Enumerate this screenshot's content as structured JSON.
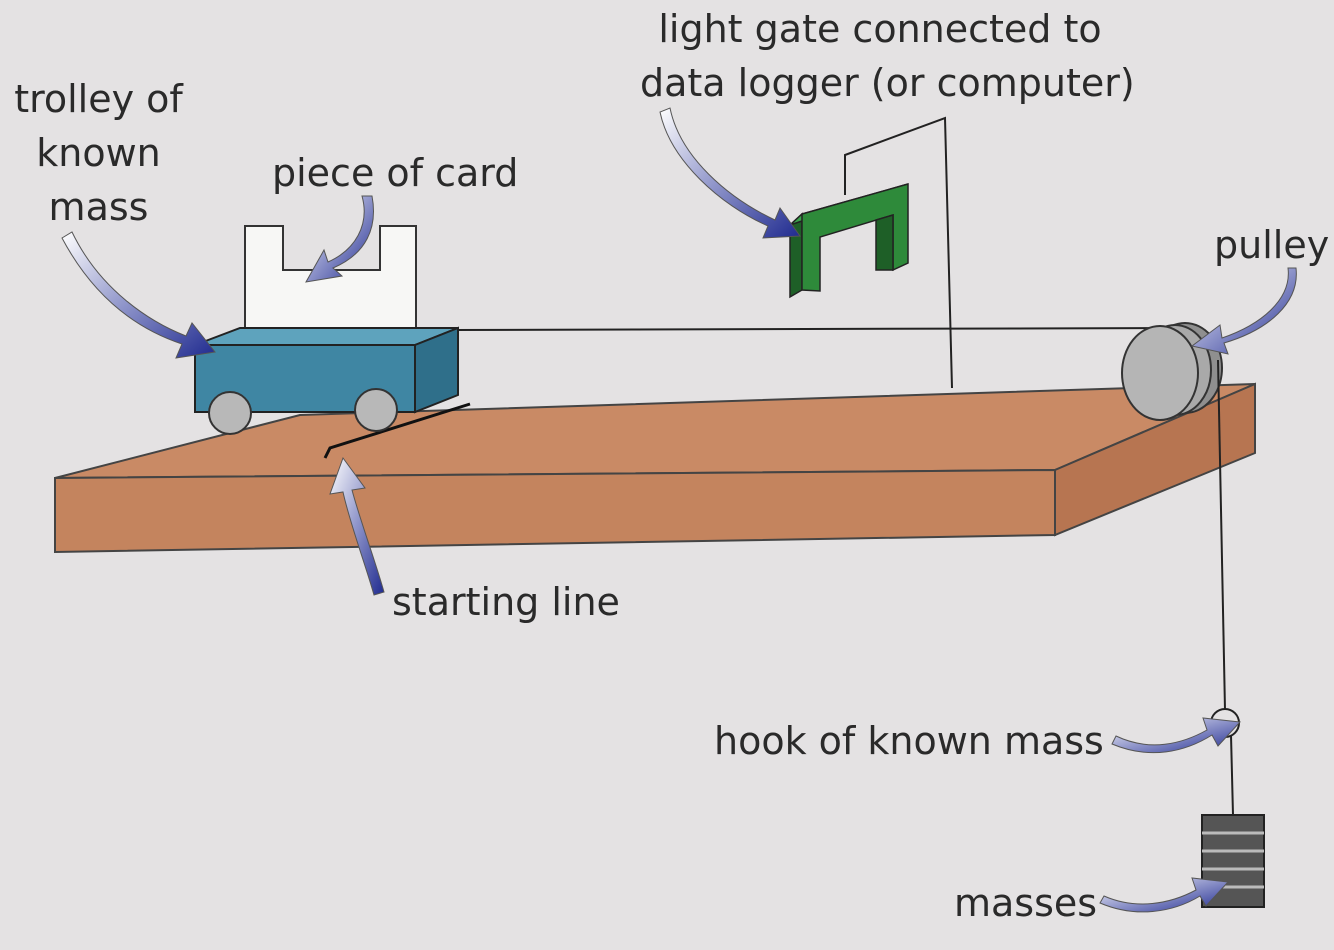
{
  "labels": {
    "trolley_line1": "trolley of",
    "trolley_line2": "known",
    "trolley_line3": "mass",
    "card": "piece of card",
    "gate_line1": "light gate connected to",
    "gate_line2": "data logger (or computer)",
    "pulley": "pulley",
    "starting_line": "starting line",
    "hook": "hook of known mass",
    "masses": "masses"
  },
  "colors": {
    "background": "#e4e2e3",
    "bench_top": "#c98a65",
    "bench_front": "#c4845e",
    "bench_side": "#b77551",
    "trolley": "#3f86a3",
    "trolley_top": "#5ea3bd",
    "light_gate": "#2e8a3a",
    "pulley": "#a9a9a9",
    "arrow_fill": "#1f2a8f",
    "masses": "#4a4a4a"
  },
  "icons": [
    "arrow-icon",
    "pulley-icon",
    "light-gate-icon",
    "trolley-icon",
    "mass-stack-icon"
  ]
}
